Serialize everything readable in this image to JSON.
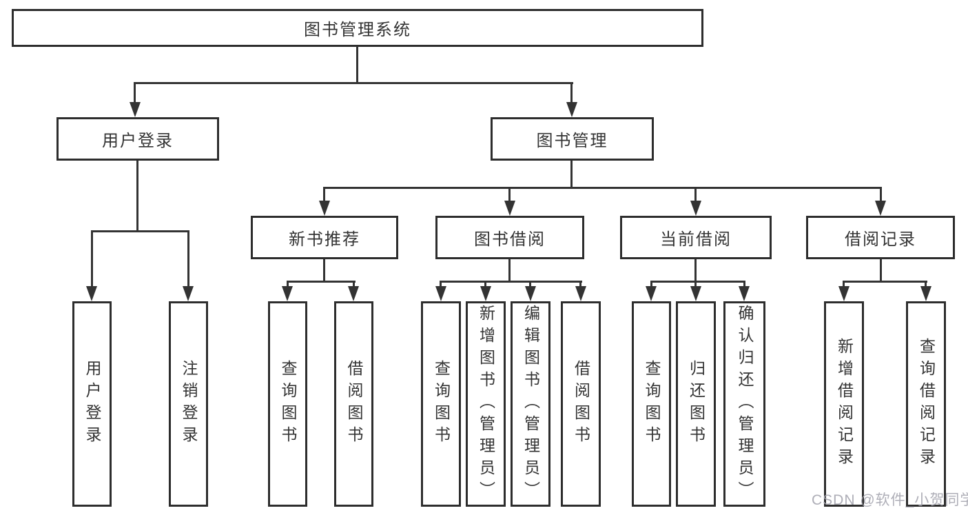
{
  "watermark": "CSDN @软件_小贺同学",
  "colors": {
    "line": "#333333",
    "box_border": "#2d2d2d",
    "text": "#333333",
    "watermark_text": "#a0a0aa",
    "background": "#ffffff"
  },
  "tree": {
    "label": "图书管理系统",
    "children": [
      {
        "label": "用户登录",
        "children": [
          {
            "label": "用户登录"
          },
          {
            "label": "注销登录"
          }
        ]
      },
      {
        "label": "图书管理",
        "children": [
          {
            "label": "新书推荐",
            "children": [
              {
                "label": "查询图书"
              },
              {
                "label": "借阅图书"
              }
            ]
          },
          {
            "label": "图书借阅",
            "children": [
              {
                "label": "查询图书"
              },
              {
                "label": "新增图书（管理员）"
              },
              {
                "label": "编辑图书（管理员）"
              },
              {
                "label": "借阅图书"
              }
            ]
          },
          {
            "label": "当前借阅",
            "children": [
              {
                "label": "查询图书"
              },
              {
                "label": "归还图书"
              },
              {
                "label": "确认归还（管理员）"
              }
            ]
          },
          {
            "label": "借阅记录",
            "children": [
              {
                "label": "新增借阅记录"
              },
              {
                "label": "查询借阅记录"
              }
            ]
          }
        ]
      }
    ]
  }
}
